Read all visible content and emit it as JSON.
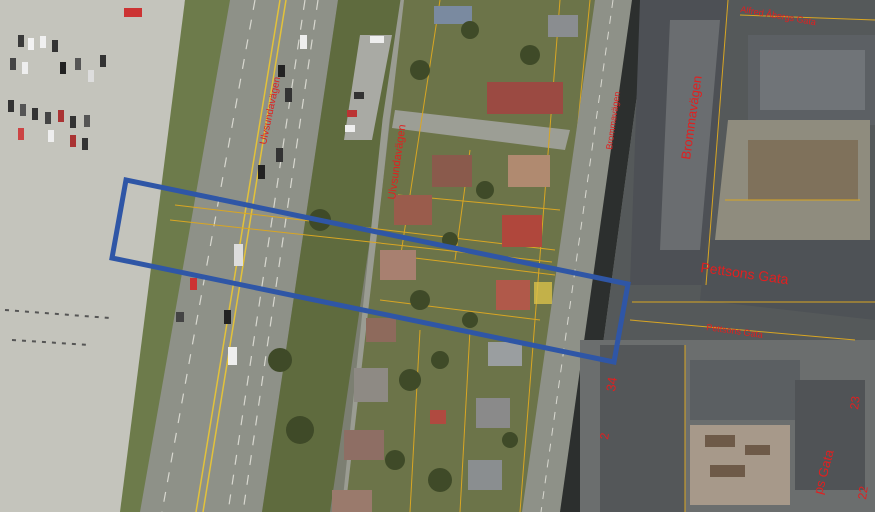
{
  "map": {
    "street_labels": {
      "ulvsunda_right_top": "Ulvsundavägen",
      "ulvsunda_left": "Ulvsundavägen",
      "alfred_aberg": "Alfred Åbergs Gata",
      "bromma_left": "Brommavägen",
      "bromma_right": "Brommavägen",
      "pettsons_gata_1": "Pettsons Gata",
      "pettsons_gata_2": "Pettsons Gata",
      "bottom_gata": "ps Gata",
      "number_34": "34",
      "number_2": "2",
      "number_23": "23",
      "number_22": "22"
    },
    "colors": {
      "boundary": "#2f56a6",
      "label": "#e02020",
      "property_line": "#d9a623",
      "grass": "#6f7a45",
      "road": "#8e9188",
      "roof_dark": "#4d5055",
      "roof_red": "#9b4a42"
    }
  }
}
